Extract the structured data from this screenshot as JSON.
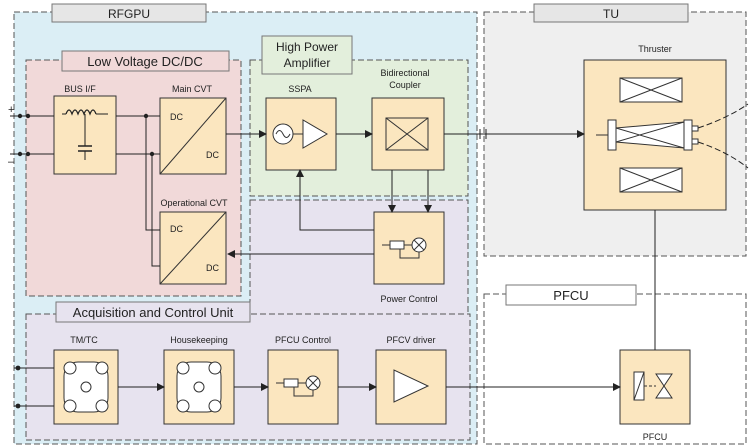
{
  "groups": {
    "rfgpu": "RFGPU",
    "tu": "TU",
    "pfcu": "PFCU",
    "low_voltage": "Low Voltage DC/DC",
    "hpa_line1": "High Power",
    "hpa_line2": "Amplifier",
    "acu": "Acquisition and Control Unit"
  },
  "blocks": {
    "bus_if": "BUS I/F",
    "main_cvt": "Main CVT",
    "operational_cvt": "Operational CVT",
    "ssp a": "",
    "sspa": "SSPA",
    "coupler_line1": "Bidirectional",
    "coupler_line2": "Coupler",
    "power_control": "Power Control",
    "thruster": "Thruster",
    "tmtc": "TM/TC",
    "housekeeping": "Housekeeping",
    "pfcu_control": "PFCU Control",
    "pfcv_driver": "PFCV driver",
    "pfcu_valve": "PFCU",
    "dc_label": "DC"
  },
  "terminals": {
    "plus": "+",
    "minus": "–"
  },
  "colors": {
    "rfgpu_fill": "#dbeef5",
    "lv_fill": "#f1d9d9",
    "hpa_fill": "#e3efdc",
    "acu_fill": "#e7e3ef",
    "tu_fill": "#efefef",
    "block_fill": "#fbe6bf",
    "title_fill": "#e6e6e6"
  }
}
